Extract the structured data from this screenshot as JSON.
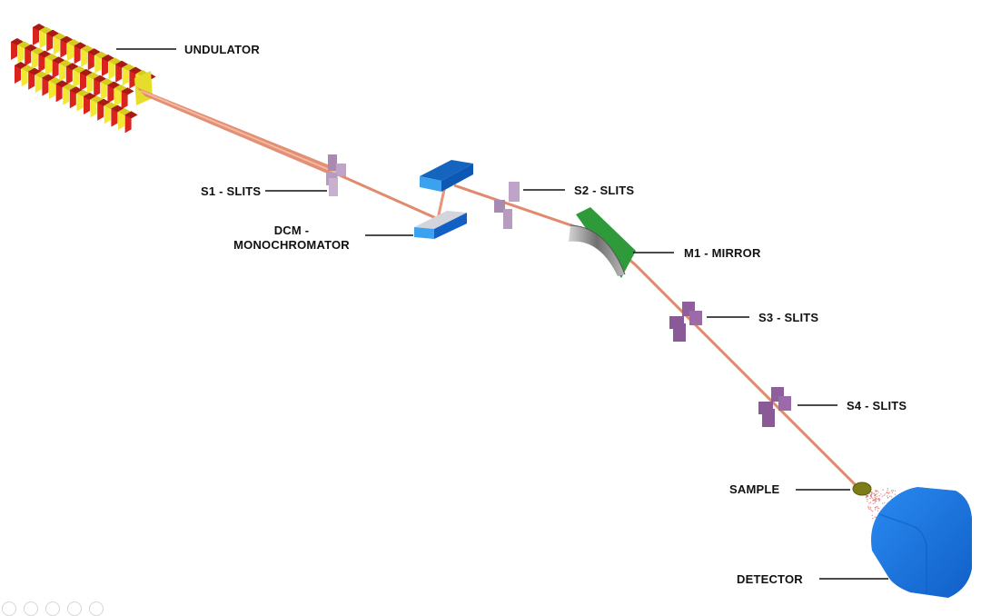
{
  "diagram": {
    "title": "Synchrotron beamline schematic",
    "components": [
      {
        "id": "undulator",
        "label": "UNDULATOR"
      },
      {
        "id": "s1",
        "label": "S1 - SLITS"
      },
      {
        "id": "dcm",
        "label_line1": "DCM -",
        "label_line2": "MONOCHROMATOR"
      },
      {
        "id": "s2",
        "label": "S2 - SLITS"
      },
      {
        "id": "m1",
        "label": "M1 - MIRROR"
      },
      {
        "id": "s3",
        "label": "S3 - SLITS"
      },
      {
        "id": "s4",
        "label": "S4 - SLITS"
      },
      {
        "id": "sample",
        "label": "SAMPLE"
      },
      {
        "id": "detector",
        "label": "DETECTOR"
      }
    ],
    "colors": {
      "beam": "#e8896a",
      "undulator_yellow": "#f2e832",
      "undulator_red": "#d9231c",
      "slits": "#9b72a6",
      "slits_light": "#c4a6cc",
      "dcm": "#1e72d8",
      "mirror_green": "#2f9a3a",
      "mirror_surface": "#9a9a9a",
      "sample": "#7d7d18",
      "detector": "#1a78e0"
    }
  },
  "nav_dots": 5
}
